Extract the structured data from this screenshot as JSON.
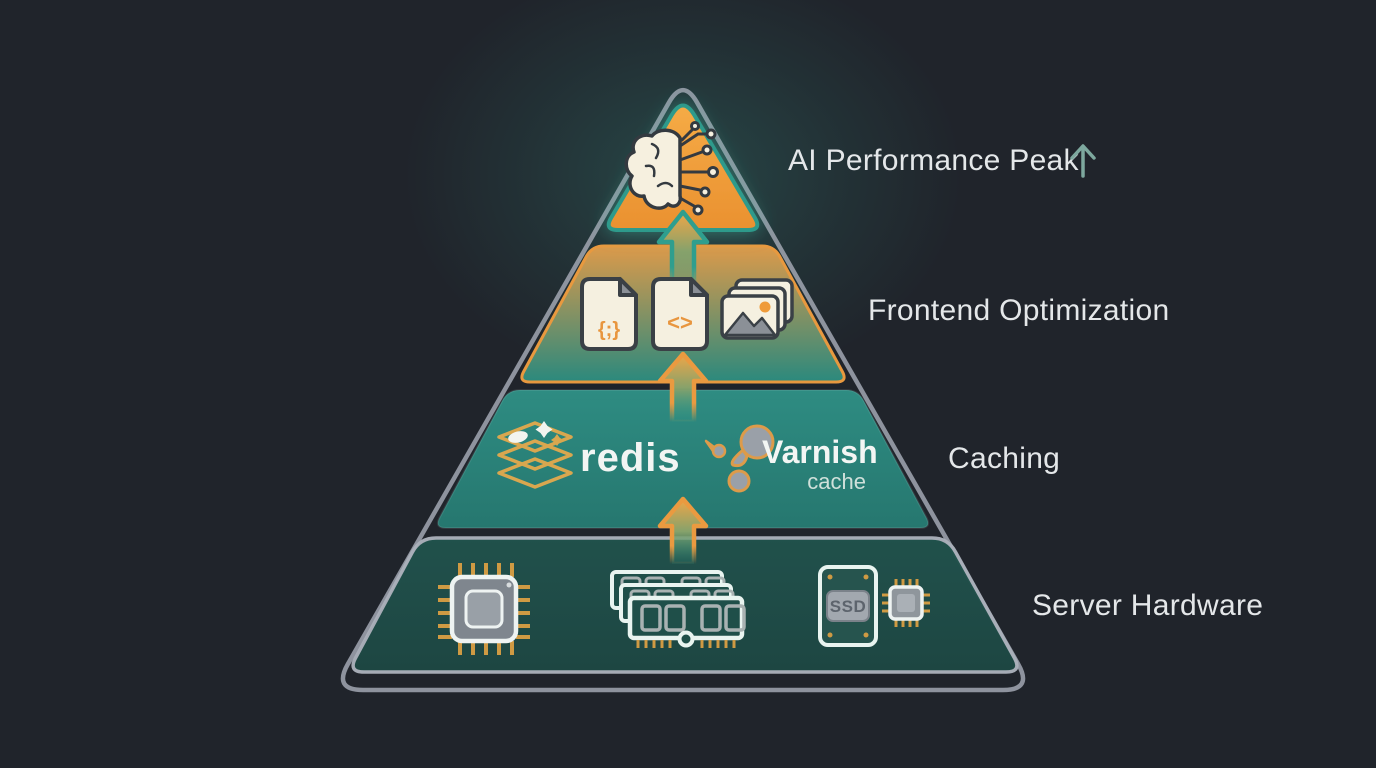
{
  "pyramid": {
    "levels": [
      {
        "label": "AI Performance Peak",
        "icons": [
          "brain-circuit-icon"
        ]
      },
      {
        "label": "Frontend Optimization",
        "icons": [
          "code-file-icon",
          "markup-file-icon",
          "images-stack-icon"
        ],
        "glyphs": {
          "braces": "{;}",
          "angle": "<>"
        }
      },
      {
        "label": "Caching",
        "logos": [
          {
            "name": "redis",
            "text": "redis"
          },
          {
            "name": "varnish-cache",
            "text": "Varnish",
            "subtext": "cache"
          }
        ]
      },
      {
        "label": "Server Hardware",
        "icons": [
          "cpu-icon",
          "ram-icon",
          "ssd-icon",
          "chip-icon"
        ],
        "ssd_text": "SSD"
      }
    ],
    "peak_arrow_icon": "arrow-up"
  },
  "colors": {
    "background": "#20242b",
    "outline": "#9aa0ab",
    "peak_orange": "#f0a23f",
    "frontend_border_orange": "#e8993f",
    "caching_teal": "#2b857c",
    "hardware_teal": "#204f4a",
    "icon_gold": "#cf9a43",
    "icon_cream": "#f5f0e0",
    "label_text": "#e4e7e9"
  }
}
